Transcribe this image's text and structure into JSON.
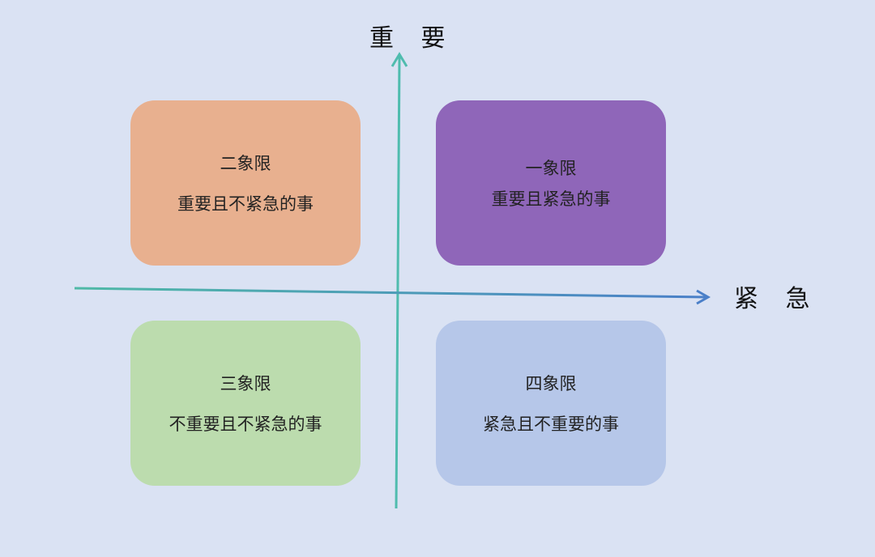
{
  "axes": {
    "vertical_label": "重 要",
    "horizontal_label": "紧 急",
    "vertical_color": "#4fbcae",
    "horizontal_color_start": "#4fb9a6",
    "horizontal_color_end": "#4a7fc8"
  },
  "quadrants": [
    {
      "title": "二象限",
      "desc": "重要且不紧急的事",
      "color": "#e8b08f"
    },
    {
      "title": "一象限",
      "desc": "重要且紧急的事",
      "color": "#8f66b9"
    },
    {
      "title": "三象限",
      "desc": "不重要且不紧急的事",
      "color": "#bcdcae"
    },
    {
      "title": "四象限",
      "desc": "紧急且不重要的事",
      "color": "#b6c7e9"
    }
  ]
}
